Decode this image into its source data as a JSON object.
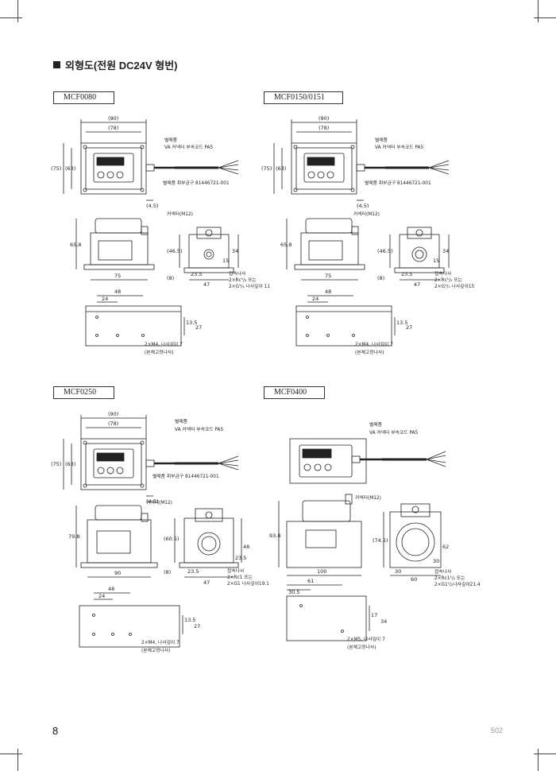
{
  "heading": "외형도(전원 DC24V 형번)",
  "page_number": "8",
  "page_ref": "502",
  "models": [
    {
      "id": "MCF0080",
      "top": {
        "overall_width": "(90)",
        "body_width": "(78)",
        "height_outer": "(75)",
        "height_inner": "(63)",
        "offset": "(4.5)"
      },
      "accessory": "별매품",
      "accessory_code": "VA 커넥터 부속코드 PA5",
      "tool": "별매품 취부금구 81446721-001",
      "connector": "커넥터(M12)",
      "front": {
        "height": "65.8",
        "width": "75"
      },
      "side": {
        "h1": "(46.5)",
        "h2": "34",
        "h3": "15",
        "h4": "(8)",
        "w1": "23.5",
        "w2": "47"
      },
      "port": [
        "접속나사",
        "2×Rc¹/₄ 또는",
        "2×G¹/₄  나사깊이 11"
      ],
      "bottom": {
        "w1": "48",
        "w2": "24",
        "h1": "13.5",
        "h2": "27"
      },
      "mount": [
        "2×M4, 나사깊이 7",
        "(본체고정나사)"
      ]
    },
    {
      "id": "MCF0150/0151",
      "top": {
        "overall_width": "(90)",
        "body_width": "(78)",
        "height_outer": "(75)",
        "height_inner": "(63)",
        "offset": "(4.5)"
      },
      "accessory": "별매품",
      "accessory_code": "VA 커넥터 부속코드 PA5",
      "tool": "별매품 취부금구 81446721-001",
      "connector": "커넥터(M12)",
      "front": {
        "height": "65.8",
        "width": "75"
      },
      "side": {
        "h1": "(46.5)",
        "h2": "34",
        "h3": "15",
        "h4": "(8)",
        "w1": "23.5",
        "w2": "47"
      },
      "port": [
        "접속나사",
        "2×Rc¹/₂ 또는",
        "2×G¹/₂ 나사깊이15"
      ],
      "bottom": {
        "w1": "48",
        "w2": "24",
        "h1": "13.5",
        "h2": "27"
      },
      "mount": [
        "2×M4, 나사깊이 7",
        "(본체고정나사)"
      ]
    },
    {
      "id": "MCF0250",
      "top": {
        "overall_width": "(90)",
        "body_width": "(78)",
        "height_outer": "(75)",
        "height_inner": "(63)",
        "offset": "(4.5)"
      },
      "accessory": "별매품",
      "accessory_code": "VA 커넥터 부속코드 PA5",
      "tool": "별매품 취부금구 81446721-001",
      "connector": "커넥터(M12)",
      "front": {
        "height": "79.8",
        "width": "90"
      },
      "side": {
        "h1": "(60.5)",
        "h2": "48",
        "h3": "23.5",
        "h4": "(8)",
        "w1": "23.5",
        "w2": "47"
      },
      "port": [
        "접속나사",
        "2×Rc1 또는",
        "2×G1 나사깊이19.1"
      ],
      "bottom": {
        "w1": "48",
        "w2": "24",
        "h1": "13.5",
        "h2": "27"
      },
      "mount": [
        "2×M4, 나사깊이 7",
        "(본체고정나사)"
      ]
    },
    {
      "id": "MCF0400",
      "accessory": "별매품",
      "accessory_code": "VA 커넥터 부속코드 PA5",
      "connector": "커넥터(M12)",
      "front": {
        "height": "93.8",
        "width": "100"
      },
      "side": {
        "h1": "(74.5)",
        "h2": "62",
        "h3": "30",
        "w1": "30",
        "w2": "60"
      },
      "port": [
        "접속나사",
        "2×Rc1¹/₂ 또는",
        "2×G1¹/₂나사깊이21.4"
      ],
      "bottom": {
        "w1": "61",
        "w2": "30.5",
        "h1": "17",
        "h2": "34"
      },
      "mount": [
        "2×M5, 나사깊이 7",
        "(본체고정나사)"
      ]
    }
  ]
}
